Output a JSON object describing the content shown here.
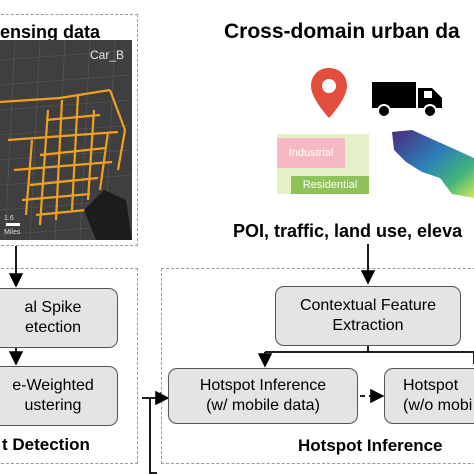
{
  "sensing": {
    "title": "ensing data",
    "map_label": "Car_B",
    "scale_value": "1.6",
    "scale_unit": "Miles"
  },
  "urban": {
    "title": "Cross-domain urban da",
    "landuse_industrial": "Industrial",
    "landuse_residential": "Residential",
    "features_caption": "POI, traffic, land use, eleva"
  },
  "detection": {
    "spike_box": "al Spike\netection",
    "cluster_box": "e-Weighted\nustering",
    "title": "t Detection"
  },
  "inference": {
    "contextual_box": "Contextual Feature\nExtraction",
    "mobile_box": "Hotspot Inference\n(w/ mobile data)",
    "nomobile_box": "Hotspot\n(w/o mobi",
    "title": "Hotspot Inference"
  },
  "colors": {
    "route": "#f0a020",
    "pin": "#e34d3e",
    "industrial": "#f7b8c4",
    "residential": "#8fc25a",
    "landuse_bg": "#e3f0c8"
  }
}
